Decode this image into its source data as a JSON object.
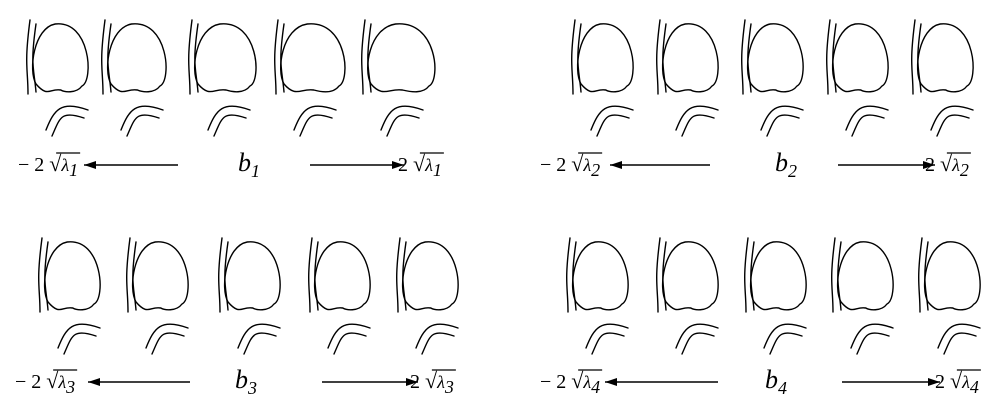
{
  "panels": [
    {
      "mode": "b",
      "mode_sub": "1",
      "left_label": {
        "sign": "−",
        "coef": "2",
        "lambda_sub": "1"
      },
      "right_label": {
        "coef": "2",
        "lambda_sub": "1"
      }
    },
    {
      "mode": "b",
      "mode_sub": "2",
      "left_label": {
        "sign": "−",
        "coef": "2",
        "lambda_sub": "2"
      },
      "right_label": {
        "coef": "2",
        "lambda_sub": "2"
      }
    },
    {
      "mode": "b",
      "mode_sub": "3",
      "left_label": {
        "sign": "−",
        "coef": "2",
        "lambda_sub": "3"
      },
      "right_label": {
        "coef": "2",
        "lambda_sub": "3"
      }
    },
    {
      "mode": "b",
      "mode_sub": "4",
      "left_label": {
        "sign": "−",
        "coef": "2",
        "lambda_sub": "4"
      },
      "right_label": {
        "coef": "2",
        "lambda_sub": "4"
      }
    }
  ]
}
